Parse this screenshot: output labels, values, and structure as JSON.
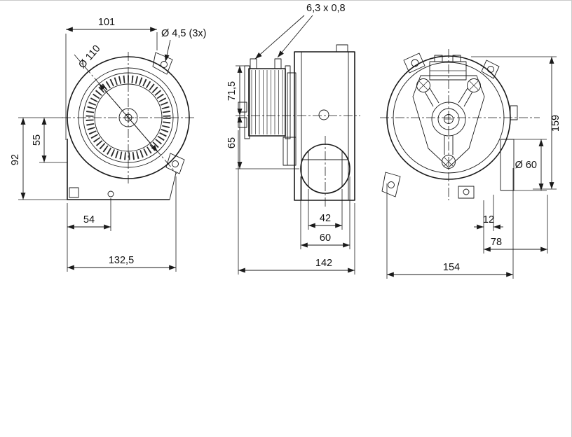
{
  "colors": {
    "ink": "#1a1a1a",
    "background": "#ffffff"
  },
  "drawing": {
    "front": {
      "top_width": "101",
      "impeller_dia": "Ø 110",
      "hole_dia": "Ø 4,5 (3x)",
      "left_height": "92",
      "inner_offset": "55",
      "foot_offset": "54",
      "overall_width": "132,5"
    },
    "side": {
      "terminal": "6,3 x 0,8",
      "upper_height": "71,5",
      "lower_height": "65",
      "outlet_inner": "42",
      "outlet_flange": "60",
      "overall_depth": "142"
    },
    "rear": {
      "overall_height": "159",
      "outlet_dia": "Ø 60",
      "edge_offset": "12",
      "side_width": "78",
      "overall_width": "154"
    }
  }
}
